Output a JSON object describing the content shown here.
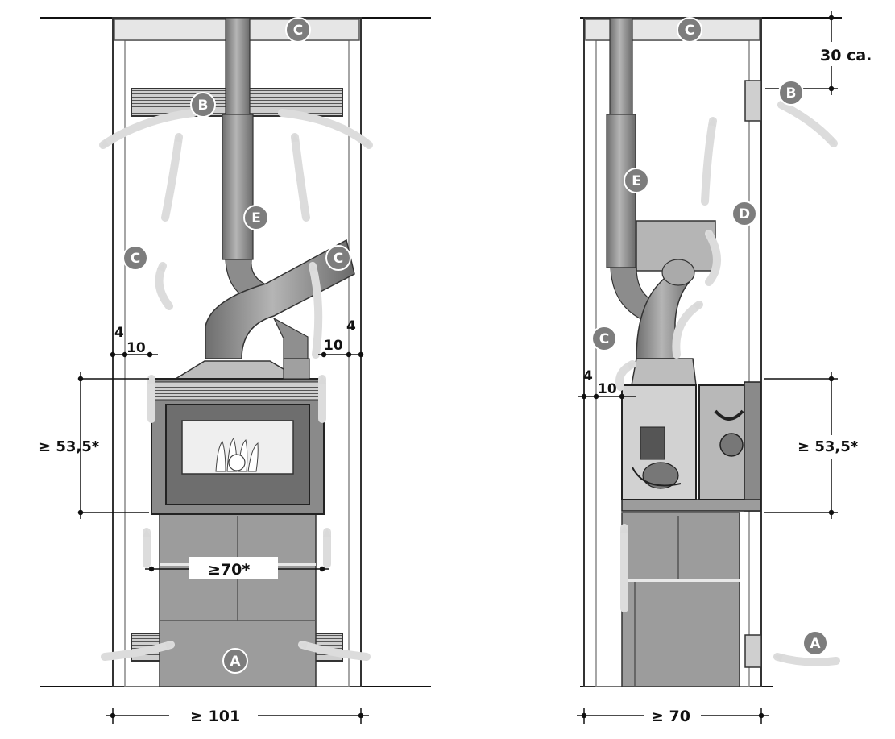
{
  "diagram": {
    "left_view": {
      "badges": {
        "top_c": "C",
        "grille_b": "B",
        "left_c": "C",
        "right_c": "C",
        "flue_e": "E",
        "grille_a": "A"
      },
      "dims": {
        "gap_left_4": "4",
        "gap_left_10": "10",
        "gap_right_10": "10",
        "gap_right_4": "4",
        "height": "≥ 53,5*",
        "inner_width": "≥70*",
        "total_width": "≥ 101"
      }
    },
    "right_view": {
      "badges": {
        "top_c": "C",
        "vent_b": "B",
        "flue_e": "E",
        "duct_d": "D",
        "left_c": "C",
        "inlet_a": "A"
      },
      "dims": {
        "top_gap": "30 ca.",
        "gap_4": "4",
        "gap_10": "10",
        "height": "≥ 53,5*",
        "depth": "≥ 70"
      }
    },
    "colors": {
      "badge": "#7d7d7d",
      "panel": "#9c9c9c",
      "panel_dark": "#7a7a7a",
      "line": "#111111",
      "arrow": "#dedede"
    }
  }
}
